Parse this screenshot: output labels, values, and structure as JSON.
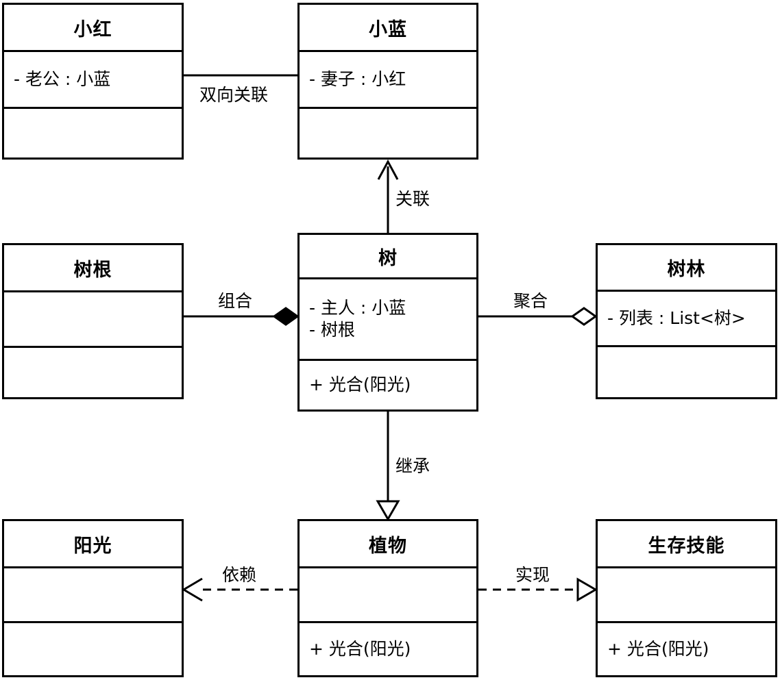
{
  "diagram": {
    "type": "uml-class-diagram",
    "title": "",
    "stroke_color": "#000000",
    "background_color": "#ffffff",
    "classes": [
      {
        "id": "xiaohong",
        "name": "小红",
        "attributes": [
          "- 老公 : 小蓝"
        ],
        "operations": []
      },
      {
        "id": "xiaolan",
        "name": "小蓝",
        "attributes": [
          "- 妻子 : 小红"
        ],
        "operations": []
      },
      {
        "id": "shugen",
        "name": "树根",
        "attributes": [],
        "operations": []
      },
      {
        "id": "shu",
        "name": "树",
        "attributes": [
          "- 主人 : 小蓝",
          "- 树根"
        ],
        "operations": [
          "+ 光合(阳光)"
        ]
      },
      {
        "id": "shulin",
        "name": "树林",
        "attributes": [
          "- 列表 : List<树>"
        ],
        "operations": []
      },
      {
        "id": "yangguang",
        "name": "阳光",
        "attributes": [],
        "operations": []
      },
      {
        "id": "zhiwu",
        "name": "植物",
        "attributes": [],
        "operations": [
          "+ 光合(阳光)"
        ]
      },
      {
        "id": "shengcunjineng",
        "name": "生存技能",
        "attributes": [],
        "operations": [
          "+ 光合(阳光)"
        ]
      }
    ],
    "relationships": [
      {
        "id": "rel-bidirectional-association",
        "label": "双向关联",
        "kind": "bidirectional-association",
        "from": "小红",
        "to": "小蓝",
        "line": "solid",
        "marker": "none"
      },
      {
        "id": "rel-association",
        "label": "关联",
        "kind": "association",
        "from": "树",
        "to": "小蓝",
        "line": "solid",
        "marker": "open-arrow"
      },
      {
        "id": "rel-composition",
        "label": "组合",
        "kind": "composition",
        "from": "树",
        "to": "树根",
        "line": "solid",
        "marker": "filled-diamond"
      },
      {
        "id": "rel-aggregation",
        "label": "聚合",
        "kind": "aggregation",
        "from": "树",
        "to": "树林",
        "line": "solid",
        "marker": "hollow-diamond"
      },
      {
        "id": "rel-inheritance",
        "label": "继承",
        "kind": "inheritance",
        "from": "植物",
        "to": "树",
        "line": "solid",
        "marker": "hollow-triangle"
      },
      {
        "id": "rel-dependency",
        "label": "依赖",
        "kind": "dependency",
        "from": "植物",
        "to": "阳光",
        "line": "dashed",
        "marker": "open-arrow"
      },
      {
        "id": "rel-realization",
        "label": "实现",
        "kind": "realization",
        "from": "植物",
        "to": "生存技能",
        "line": "dashed",
        "marker": "hollow-triangle"
      }
    ]
  }
}
